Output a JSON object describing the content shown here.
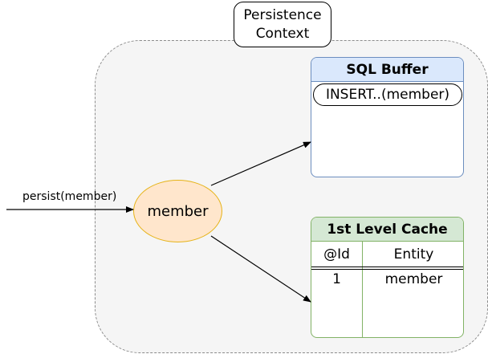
{
  "context": {
    "title_line1": "Persistence",
    "title_line2": "Context"
  },
  "sql_buffer": {
    "title": "SQL Buffer",
    "entries": [
      "INSERT..(member)"
    ]
  },
  "cache": {
    "title": "1st Level Cache",
    "columns": [
      "@Id",
      "Entity"
    ],
    "rows": [
      {
        "id": "1",
        "entity": "member"
      }
    ]
  },
  "member_node": {
    "label": "member"
  },
  "persist_call": {
    "label": "persist(member)"
  },
  "colors": {
    "context_fill": "#f5f5f5",
    "sql_header": "#dae8fc",
    "sql_border": "#6c8ebf",
    "cache_header": "#d5e8d4",
    "cache_border": "#82b366",
    "member_fill": "#ffe6cc",
    "member_border": "#e6b318"
  }
}
